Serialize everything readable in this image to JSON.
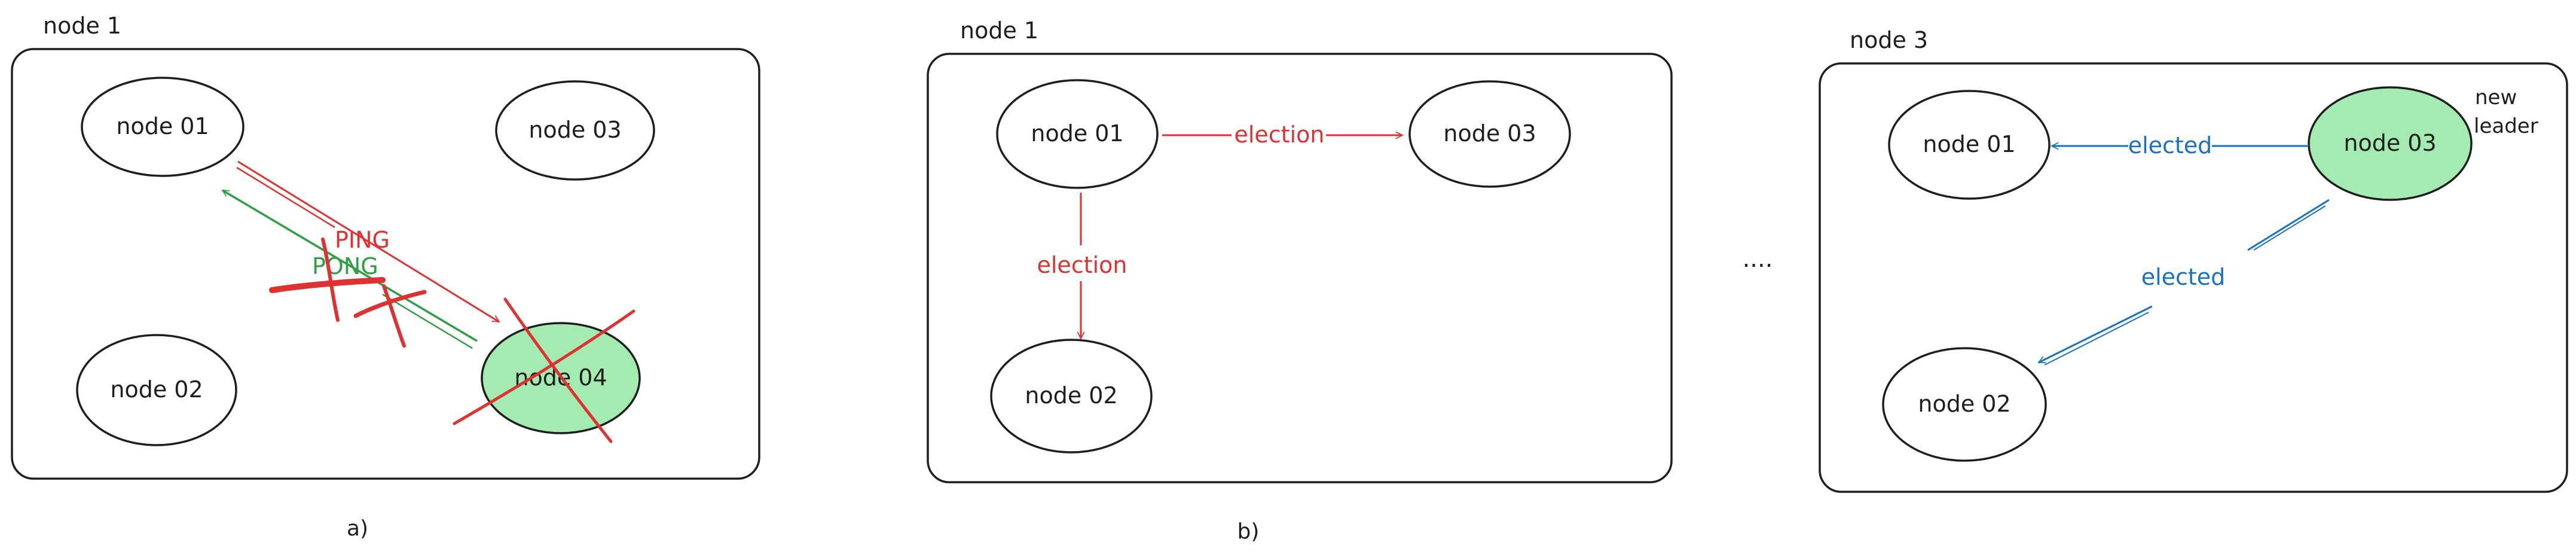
{
  "colors": {
    "ink": "#1e1e1e",
    "leader_fill": "#a3ebb1",
    "ping_red": "#e03131",
    "pong_green": "#2f9e44",
    "elected_blue": "#1971c2",
    "background": "#ffffff"
  },
  "panel_a": {
    "title": "node 1",
    "caption": "a)",
    "nodes": {
      "n01": "node 01",
      "n02": "node 02",
      "n03": "node 03",
      "n04": "node 04"
    },
    "ping_label": "PING",
    "pong_label": "PONG"
  },
  "panel_b": {
    "title": "node 1",
    "caption": "b)",
    "nodes": {
      "n01": "node 01",
      "n02": "node 02",
      "n03": "node 03"
    },
    "election_right_label": "election",
    "election_down_label": "election"
  },
  "ellipsis": "....",
  "panel_c": {
    "title": "node 3",
    "nodes": {
      "n01": "node 01",
      "n02": "node 02",
      "n03": "node 03"
    },
    "new_leader_line1": "new",
    "new_leader_line2": "leader",
    "elected_left_label": "elected",
    "elected_diag_label": "elected"
  }
}
